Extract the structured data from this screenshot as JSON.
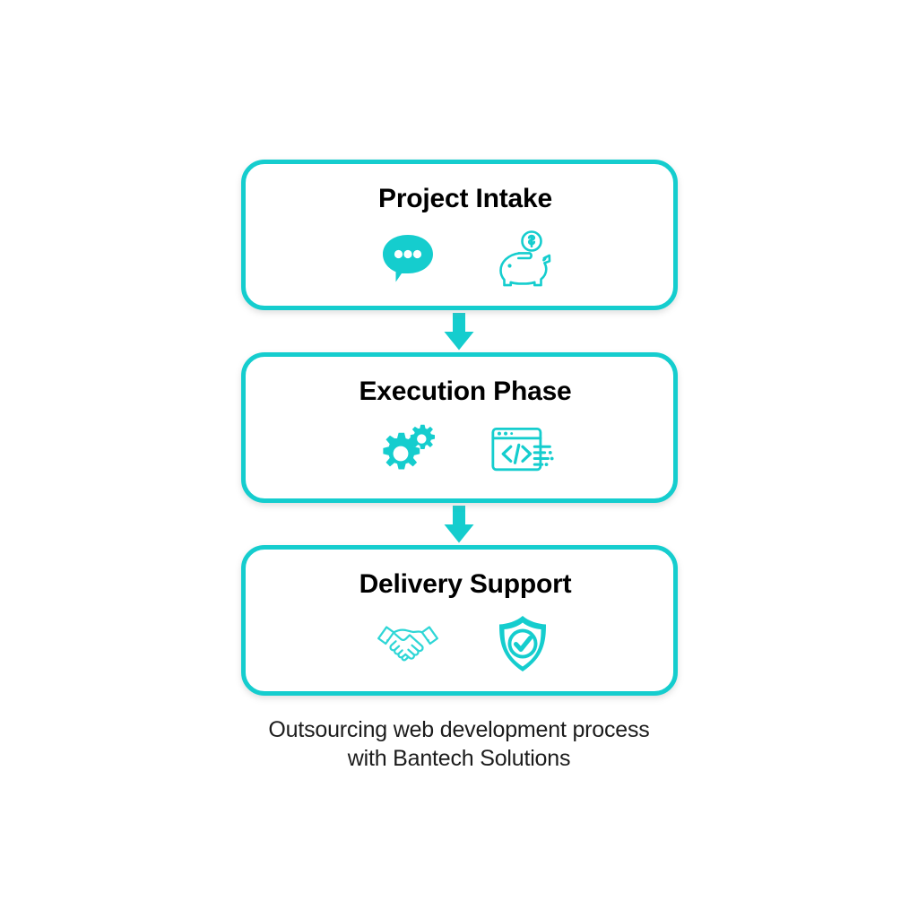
{
  "theme": {
    "accent": "#15CDCE",
    "accent_light": "#2ED6D6",
    "title_color": "#000000",
    "caption_color": "#1c1c1c",
    "background": "#ffffff"
  },
  "diagram": {
    "type": "flowchart",
    "orientation": "vertical",
    "stages": [
      {
        "title": "Project Intake",
        "icons": [
          "chat-bubble-icon",
          "piggy-bank-icon"
        ]
      },
      {
        "title": "Execution Phase",
        "icons": [
          "gears-icon",
          "code-window-icon"
        ]
      },
      {
        "title": "Delivery Support",
        "icons": [
          "handshake-icon",
          "shield-check-icon"
        ]
      }
    ],
    "connectors": [
      "down-arrow-icon",
      "down-arrow-icon"
    ]
  },
  "caption": {
    "line1": "Outsourcing web development process",
    "line2": "with Bantech Solutions"
  }
}
